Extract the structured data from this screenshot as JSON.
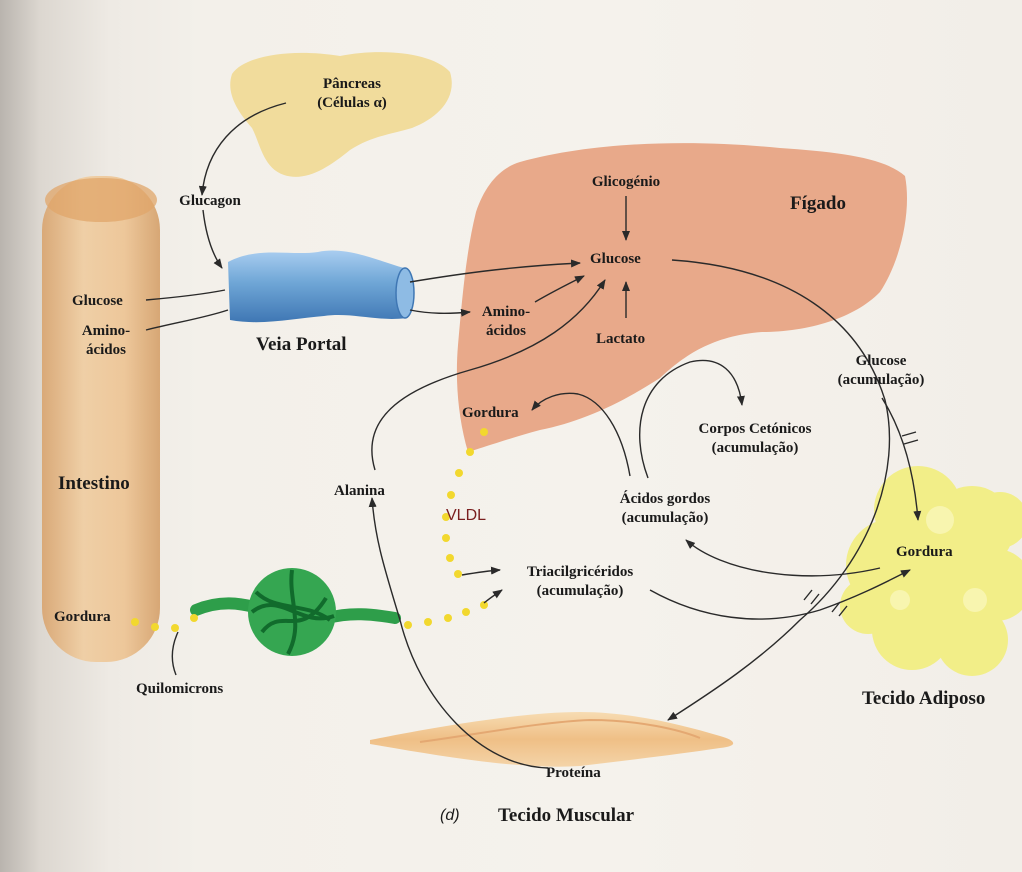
{
  "organs": {
    "pancreas_line1": "Pâncreas",
    "pancreas_line2": "(Células α)",
    "liver": "Fígado",
    "portal_vein": "Veia Portal",
    "intestine": "Intestino",
    "adipose": "Tecido Adiposo",
    "muscle": "Tecido Muscular"
  },
  "labels": {
    "glucagon": "Glucagon",
    "intestine_glucose": "Glucose",
    "intestine_amino_1": "Amino-",
    "intestine_amino_2": "ácidos",
    "glycogen": "Glicogénio",
    "glucose_liver": "Glucose",
    "liver_amino_1": "Amino-",
    "liver_amino_2": "ácidos",
    "lactate": "Lactato",
    "glucose_acc_1": "Glucose",
    "glucose_acc_2": "(acumulação)",
    "fat_liver": "Gordura",
    "ketones_1": "Corpos Cetónicos",
    "ketones_2": "(acumulação)",
    "fatty_acids_1": "Ácidos gordos",
    "fatty_acids_2": "(acumulação)",
    "alanine": "Alanina",
    "vldl": "VLDL",
    "triacyl_1": "Triacilgricéridos",
    "triacyl_2": "(acumulação)",
    "fat_adipose": "Gordura",
    "fat_intestine": "Gordura",
    "chylomicrons": "Quilomicrons",
    "protein": "Proteína",
    "panel": "(d)"
  },
  "colors": {
    "pancreas": "#f1dc9c",
    "liver": "#e8a98a",
    "intestine": "#e9c39a",
    "portal_vein": "#6fa6d6",
    "lymph": "#2e9e4a",
    "adipose": "#f2ee88",
    "muscle": "#f0c795",
    "dots": "#f2d82e",
    "vldl_text": "#7a1f1f",
    "arrow": "#2a2a2a"
  }
}
